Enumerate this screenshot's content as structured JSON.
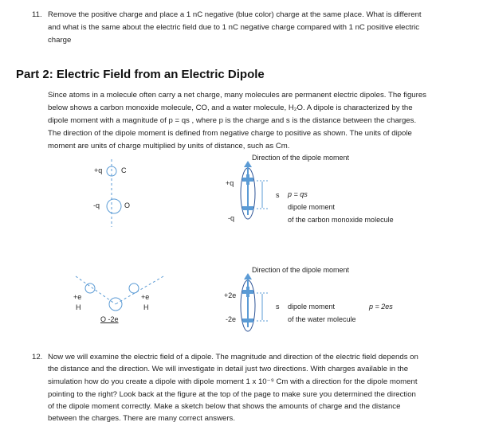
{
  "q11": {
    "number": "11.",
    "line1": "Remove the positive charge and place a 1 nC negative (blue color) charge at the same place.  What is different",
    "line2": "and what is the same about the electric field due to 1 nC negative charge compared with 1 nC positive electric",
    "line3": "charge"
  },
  "part2": {
    "heading": "Part 2: Electric Field from an Electric Dipole"
  },
  "intro": {
    "line1": "Since atoms in a molecule often carry a net charge, many molecules are permanent electric dipoles.  The figures",
    "line2": "below shows a carbon monoxide molecule, CO, and a water molecule, H₂O. A dipole is characterized by the",
    "line3": "dipole moment with a magnitude of p = qs , where  p is the charge and  s is the distance between the charges.",
    "line4": "The direction of the dipole moment is defined from negative charge to positive as shown.  The units of dipole",
    "line5": "moment are units of charge multiplied by units of distance, such as Cm."
  },
  "co_figure": {
    "direction_label": "Direction of the dipole moment",
    "atom_top_charge": "+q",
    "atom_top_symbol": "C",
    "atom_bottom_charge": "-q",
    "atom_bottom_symbol": "O",
    "dipole_top_charge": "+q",
    "dipole_bottom_charge": "-q",
    "s_label": "s",
    "formula": "p = qs",
    "caption1": "dipole moment",
    "caption2": "of the carbon monoxide molecule"
  },
  "water_figure": {
    "direction_label": "Direction of the dipole moment",
    "h_left_charge": "+e",
    "h_left_symbol": "H",
    "h_right_charge": "+e",
    "h_right_symbol": "H",
    "o_label": "O  -2e",
    "dipole_top_charge": "+2e",
    "dipole_bottom_charge": "-2e",
    "s_label": "s",
    "caption1": "dipole moment",
    "formula": "p = 2es",
    "caption2": "of the water molecule"
  },
  "q12": {
    "number": "12.",
    "line1": "Now we will examine the electric field of a dipole.  The magnitude and direction of the electric field depends on",
    "line2": "the distance and the direction.  We will investigate in detail just two directions.  With charges available in the",
    "line3": "simulation how do you create a dipole with dipole moment 1 x 10⁻⁹ Cm with a direction for the dipole moment",
    "line4": "pointing to the right? Look back at the figure at the top of the page to make sure you determined the direction",
    "line5": "of the dipole moment correctly.  Make a sketch below that shows the amounts of charge and the distance",
    "line6": "between the charges. There are many correct answers."
  },
  "colors": {
    "accent_blue": "#5b9bd5",
    "dark_blue": "#2f5597",
    "text": "#222222"
  }
}
